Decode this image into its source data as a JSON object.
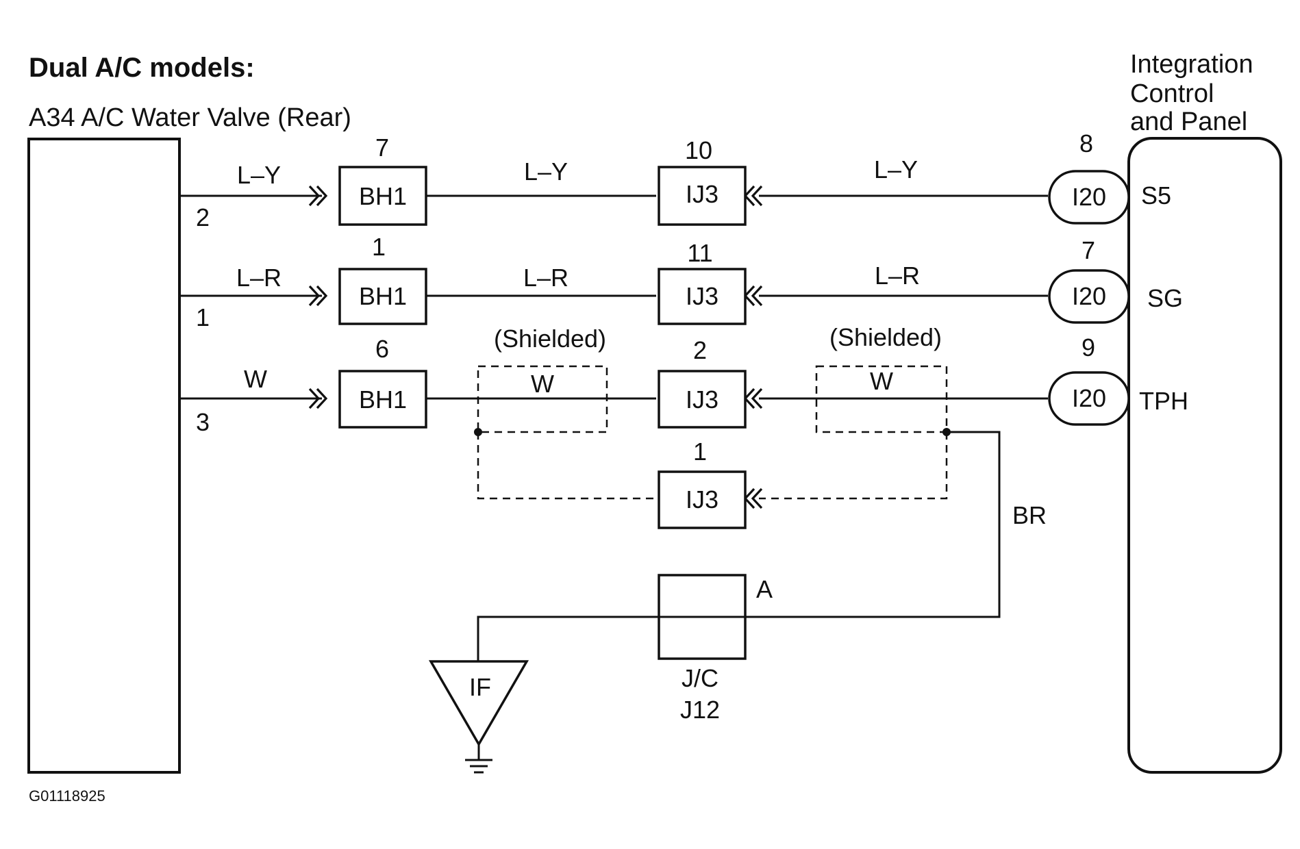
{
  "heading": "Dual A/C models:",
  "valve": {
    "label": "A34 A/C Water Valve (Rear)",
    "pins": [
      "2",
      "1",
      "3"
    ]
  },
  "panel": {
    "label_lines": [
      "Integration",
      "Control",
      "and Panel"
    ],
    "terminals": [
      "S5",
      "SG",
      "TPH"
    ]
  },
  "wires": {
    "row1": "L–Y",
    "row2": "L–R",
    "row3": "W",
    "ground": "BR"
  },
  "connectors": {
    "bh1": {
      "name": "BH1",
      "pins": [
        "7",
        "1",
        "6"
      ]
    },
    "ij3": {
      "name": "IJ3",
      "pins": [
        "10",
        "11",
        "2",
        "1"
      ]
    },
    "i20": {
      "name": "I20",
      "pins": [
        "8",
        "7",
        "9"
      ]
    }
  },
  "shielded_label": "(Shielded)",
  "junction": {
    "pin": "A",
    "label_lines": [
      "J/C",
      "J12"
    ]
  },
  "ground": {
    "label": "IF"
  },
  "figure_id": "G01118925"
}
